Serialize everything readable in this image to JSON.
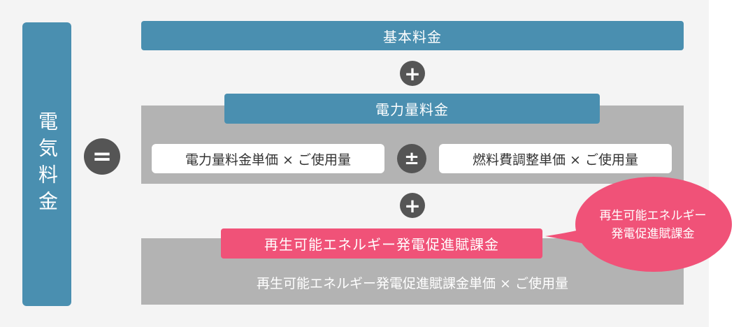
{
  "left_label": "電気料金",
  "equals_symbol": "=",
  "base_fee": "基本料金",
  "plus_symbol_1": "+",
  "energy_fee": {
    "title": "電力量料金",
    "unit_price_item": "電力量料金単価 × ご使用量",
    "plusminus_symbol": "±",
    "fuel_adjust_item": "燃料費調整単価 × ご使用量"
  },
  "plus_symbol_2": "+",
  "renewable": {
    "title": "再生可能エネルギー発電促進賦課金",
    "formula": "再生可能エネルギー発電促進賦課金単価 × ご使用量",
    "callout_line1": "再生可能エネルギー",
    "callout_line2": "発電促進賦課金"
  },
  "colors": {
    "blue": "#4a8fb0",
    "pink": "#f05278",
    "gray": "#b3b3b3",
    "dark_circle": "#555555",
    "background": "#f4f4f4"
  }
}
